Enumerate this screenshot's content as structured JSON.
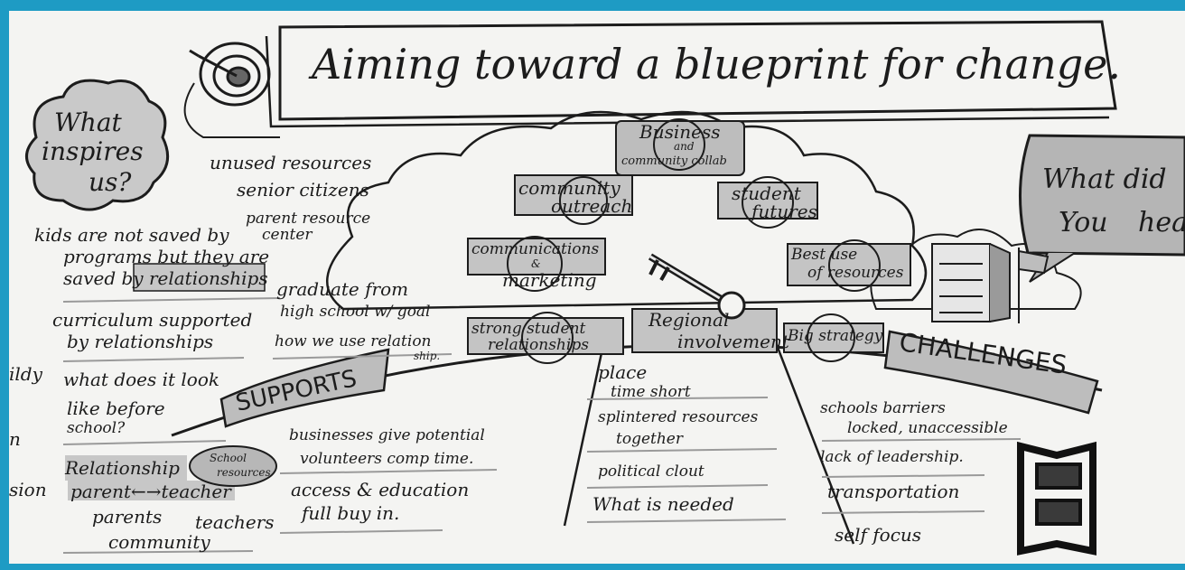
{
  "title": "Aiming toward a blueprint for change.",
  "inspires": {
    "heading_line1": "What",
    "heading_line2": "inspires",
    "heading_line3": "us?",
    "item1": [
      "kids are not saved by",
      "programs but they are",
      "saved by relationships"
    ],
    "item2": [
      "curriculum supported",
      "by relationships"
    ],
    "item3": [
      "what does it look",
      "like before",
      "school?"
    ],
    "relationship": "Relationship",
    "school_resources": [
      "School",
      "resources"
    ],
    "parent_teacher": "parent←→teacher",
    "parents": "parents",
    "teachers": "teachers",
    "community": "community"
  },
  "resources": {
    "unused": "unused resources",
    "senior": "senior citizens",
    "parent_center": [
      "parent resource",
      "center"
    ],
    "graduate": [
      "graduate from",
      "high school w/ goal"
    ],
    "how_relation": [
      "how we use relation",
      "ship."
    ]
  },
  "supports": {
    "banner": "SUPPORTS",
    "businesses": [
      "businesses give potential",
      "volunteers comp time."
    ],
    "access": [
      "access & education",
      "full buy in."
    ]
  },
  "cloud_items": {
    "business": "Business",
    "business_and": "and",
    "business_collab": "community collab",
    "community_outreach": [
      "community",
      "outreach"
    ],
    "student_futures": [
      "student",
      "futures"
    ],
    "communications": [
      "communications",
      "&",
      "marketing"
    ],
    "best_use": [
      "Best use",
      "of resources"
    ],
    "strong_student": [
      "strong student",
      "relationships"
    ],
    "regional": [
      "Regional",
      "involvement"
    ],
    "big_strategy": "Big strategy"
  },
  "regional_list": {
    "place": "place",
    "time_short": "time short",
    "splintered": [
      "splintered resources",
      "together"
    ],
    "political": "political clout",
    "needed": "What is needed"
  },
  "challenges": {
    "banner": "CHALLENGES",
    "barriers": [
      "schools barriers",
      "locked, unaccessible"
    ],
    "leadership": "lack of leadership.",
    "transportation": "transportation",
    "self_focus": "self focus"
  },
  "heard": {
    "line1": "What did",
    "line2": "You",
    "line3": "hea"
  },
  "left_edge": {
    "frag1": "ildy",
    "frag2": "n",
    "frag3": "sion"
  },
  "colors": {
    "frame": "#1e9bc4",
    "paper": "#f4f4f2",
    "ink": "#1c1c1c",
    "shade": "#9a9a9a"
  }
}
